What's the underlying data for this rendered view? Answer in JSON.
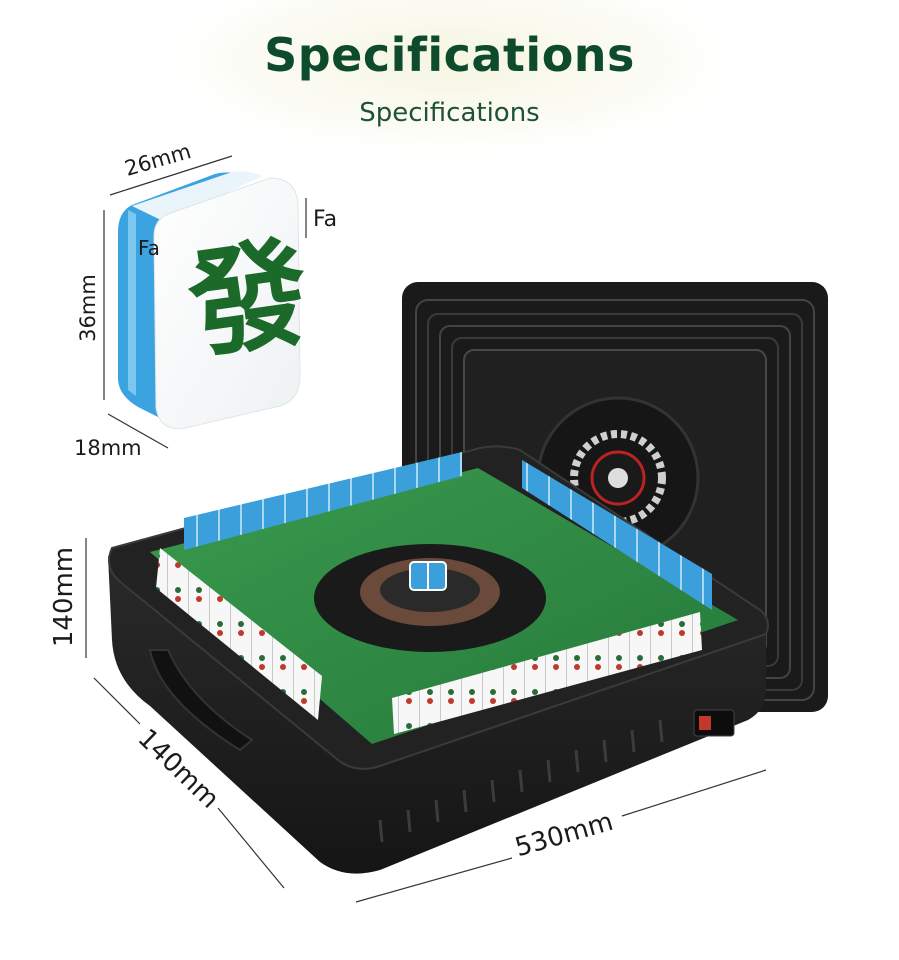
{
  "header": {
    "title": "Specifications",
    "subtitle": "Specifications"
  },
  "tile": {
    "character": "發",
    "label_front": "Fa",
    "label_side": "Fa",
    "width": "26mm",
    "height": "36mm",
    "depth": "18mm",
    "face_color": "#ffffff",
    "back_color": "#3aa3e0",
    "glyph_color": "#1b6a2a"
  },
  "table": {
    "height": "140mm",
    "depth": "140mm",
    "length": "530mm",
    "felt_color": "#2f8a43",
    "body_color": "#1c1c1c"
  }
}
